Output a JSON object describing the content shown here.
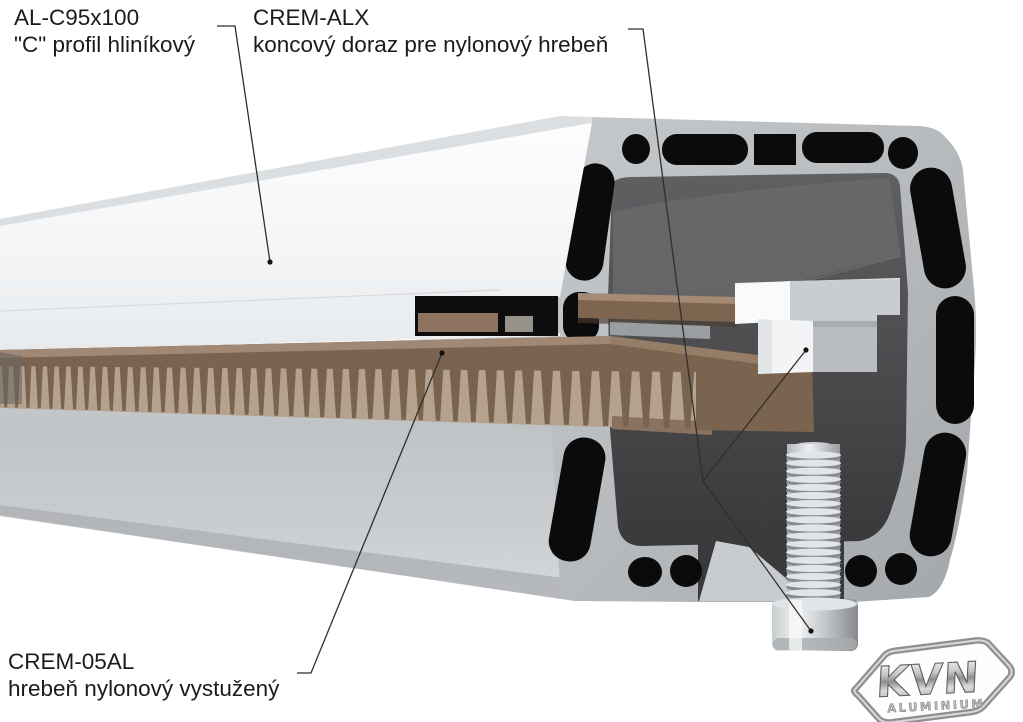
{
  "callouts": {
    "profile": {
      "code": "AL-C95x100",
      "desc": "\"C\" profil hliníkový"
    },
    "endstop": {
      "code": "CREM-ALX",
      "desc": "koncový doraz pre nylonový hrebeň"
    },
    "rack": {
      "code": "CREM-05AL",
      "desc": "hrebeň nylonový vystužený"
    }
  },
  "logo": {
    "brand": "KVN",
    "subtitle": "ALUMINIUM"
  },
  "colors": {
    "aluminum_cut_face": "#b6babd",
    "aluminum_white_face": "#f7f9fb",
    "cavity_dark": "#47474a",
    "slot_black": "#0b0b0b",
    "rack_brown": "#7b644f",
    "rack_brown_light": "#a08875",
    "leader_line": "#2f2f2f"
  }
}
